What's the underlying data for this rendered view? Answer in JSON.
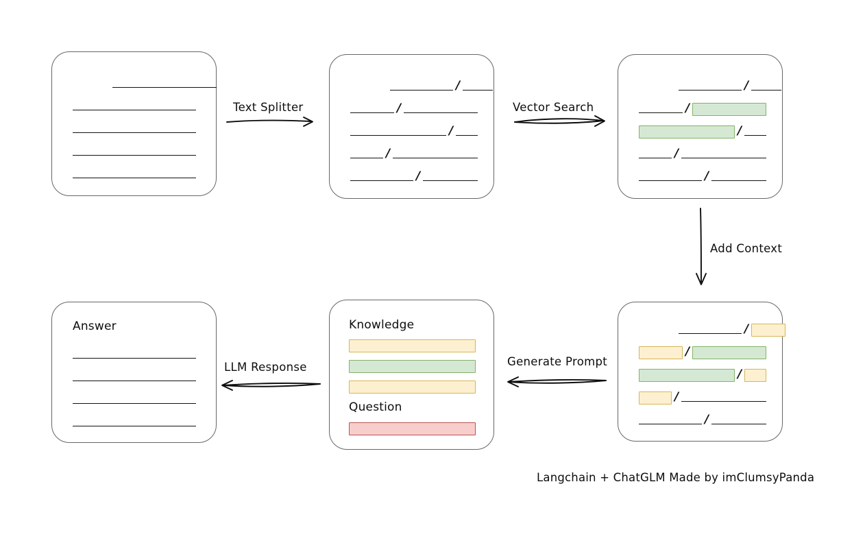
{
  "diagram": {
    "title_footer": "Langchain + ChatGLM Made by imClumsyPanda",
    "colors": {
      "green_fill": "#d5e8d4",
      "green_stroke": "#82b366",
      "yellow_fill": "#fdf0d0",
      "yellow_stroke": "#d6b656",
      "red_fill": "#f8cecc",
      "red_stroke": "#b85450",
      "box_stroke": "#666666",
      "ink": "#0d0d0d"
    },
    "edges": [
      {
        "id": "text-splitter",
        "label": "Text Splitter"
      },
      {
        "id": "vector-search",
        "label": "Vector Search"
      },
      {
        "id": "add-context",
        "label": "Add Context"
      },
      {
        "id": "generate-prompt",
        "label": "Generate Prompt"
      },
      {
        "id": "llm-response",
        "label": "LLM Response"
      }
    ],
    "boxes": {
      "source_document": {
        "id": "source-document",
        "label": "",
        "lines": [
          {
            "indent": 58,
            "segments": [
              {
                "type": "rule",
                "width": 152
              }
            ]
          },
          {
            "indent": 0,
            "segments": [
              {
                "type": "rule",
                "width": 180
              }
            ]
          },
          {
            "indent": 0,
            "segments": [
              {
                "type": "rule",
                "width": 180
              }
            ]
          },
          {
            "indent": 0,
            "segments": [
              {
                "type": "rule",
                "width": 180
              }
            ]
          },
          {
            "indent": 0,
            "segments": [
              {
                "type": "rule",
                "width": 180
              }
            ]
          }
        ]
      },
      "split_chunks": {
        "id": "split-chunks",
        "label": "",
        "lines": [
          {
            "indent": 58,
            "segments": [
              {
                "type": "rule",
                "width": 92
              },
              {
                "type": "slash"
              },
              {
                "type": "rule",
                "width": 44
              }
            ]
          },
          {
            "indent": 0,
            "segments": [
              {
                "type": "rule",
                "width": 64
              },
              {
                "type": "slash"
              },
              {
                "type": "rule",
                "width": 108
              }
            ]
          },
          {
            "indent": 0,
            "segments": [
              {
                "type": "rule",
                "width": 140
              },
              {
                "type": "slash"
              },
              {
                "type": "rule",
                "width": 32
              }
            ]
          },
          {
            "indent": 0,
            "segments": [
              {
                "type": "rule",
                "width": 48
              },
              {
                "type": "slash"
              },
              {
                "type": "rule",
                "width": 124
              }
            ]
          },
          {
            "indent": 0,
            "segments": [
              {
                "type": "rule",
                "width": 92
              },
              {
                "type": "slash"
              },
              {
                "type": "rule",
                "width": 80
              }
            ]
          }
        ]
      },
      "vector_matches": {
        "id": "vector-matches",
        "label": "",
        "lines": [
          {
            "indent": 58,
            "segments": [
              {
                "type": "rule",
                "width": 92
              },
              {
                "type": "slash"
              },
              {
                "type": "rule",
                "width": 44
              }
            ]
          },
          {
            "indent": 0,
            "segments": [
              {
                "type": "rule",
                "width": 64
              },
              {
                "type": "slash"
              },
              {
                "type": "chip",
                "color": "green",
                "width": 108
              }
            ]
          },
          {
            "indent": 0,
            "segments": [
              {
                "type": "chip",
                "color": "green",
                "width": 140
              },
              {
                "type": "slash"
              },
              {
                "type": "rule",
                "width": 32
              }
            ]
          },
          {
            "indent": 0,
            "segments": [
              {
                "type": "rule",
                "width": 48
              },
              {
                "type": "slash"
              },
              {
                "type": "rule",
                "width": 124
              }
            ]
          },
          {
            "indent": 0,
            "segments": [
              {
                "type": "rule",
                "width": 92
              },
              {
                "type": "slash"
              },
              {
                "type": "rule",
                "width": 80
              }
            ]
          }
        ]
      },
      "context_added": {
        "id": "context-added",
        "label": "",
        "lines": [
          {
            "indent": 58,
            "segments": [
              {
                "type": "rule",
                "width": 92
              },
              {
                "type": "slash"
              },
              {
                "type": "chip",
                "color": "yellow",
                "width": 50
              }
            ]
          },
          {
            "indent": 0,
            "segments": [
              {
                "type": "chip",
                "color": "yellow",
                "width": 64
              },
              {
                "type": "slash"
              },
              {
                "type": "chip",
                "color": "green",
                "width": 108
              }
            ]
          },
          {
            "indent": 0,
            "segments": [
              {
                "type": "chip",
                "color": "green",
                "width": 140
              },
              {
                "type": "slash"
              },
              {
                "type": "chip",
                "color": "yellow",
                "width": 32
              }
            ]
          },
          {
            "indent": 0,
            "segments": [
              {
                "type": "chip",
                "color": "yellow",
                "width": 48
              },
              {
                "type": "slash"
              },
              {
                "type": "rule",
                "width": 124
              }
            ]
          },
          {
            "indent": 0,
            "segments": [
              {
                "type": "rule",
                "width": 92
              },
              {
                "type": "slash"
              },
              {
                "type": "rule",
                "width": 80
              }
            ]
          }
        ]
      },
      "prompt": {
        "id": "prompt",
        "label_knowledge": "Knowledge",
        "label_question": "Question",
        "knowledge_bars": [
          {
            "color": "yellow",
            "width": 185
          },
          {
            "color": "green",
            "width": 185
          },
          {
            "color": "yellow",
            "width": 185
          }
        ],
        "question_bars": [
          {
            "color": "red",
            "width": 185
          }
        ]
      },
      "answer": {
        "id": "answer",
        "label": "Answer",
        "lines": [
          {
            "indent": 0,
            "segments": [
              {
                "type": "rule",
                "width": 180
              }
            ]
          },
          {
            "indent": 0,
            "segments": [
              {
                "type": "rule",
                "width": 180
              }
            ]
          },
          {
            "indent": 0,
            "segments": [
              {
                "type": "rule",
                "width": 180
              }
            ]
          },
          {
            "indent": 0,
            "segments": [
              {
                "type": "rule",
                "width": 180
              }
            ]
          }
        ]
      }
    }
  }
}
